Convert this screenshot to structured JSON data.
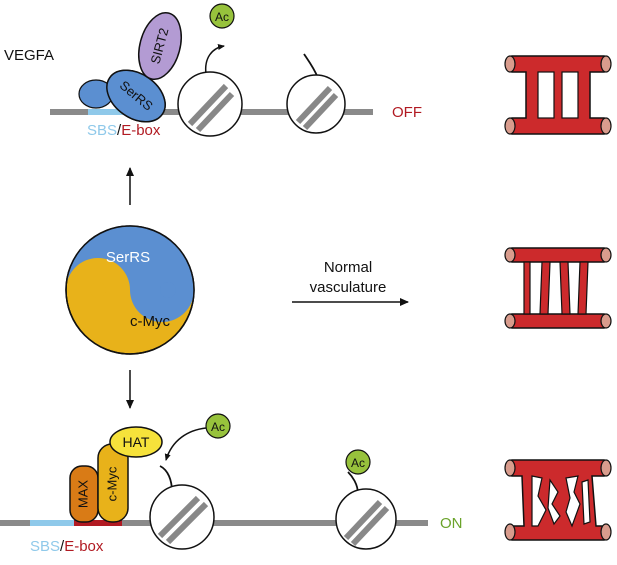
{
  "gene_label": "VEGFA",
  "top": {
    "sirt2_label": "SIRT2",
    "serrs_label": "SerRS",
    "ac_label": "Ac",
    "sbs_label": "SBS",
    "slash": "/",
    "ebox_label": "E-box",
    "state_label": "OFF"
  },
  "middle": {
    "serrs_label": "SerRS",
    "cmyc_label": "c-Myc",
    "arrow_label_line1": "Normal",
    "arrow_label_line2": "vasculature"
  },
  "bottom": {
    "max_label": "MAX",
    "cmyc_label": "c-Myc",
    "hat_label": "HAT",
    "ac_label_1": "Ac",
    "ac_label_2": "Ac",
    "sbs_label": "SBS",
    "slash": "/",
    "ebox_label": "E-box",
    "state_label": "ON"
  },
  "colors": {
    "dna": "#8a8a8a",
    "sbs": "#8fc9ea",
    "ebox": "#b11a22",
    "serrs": "#5b8fd1",
    "cmyc": "#e8b21a",
    "sirt2": "#b39bd3",
    "ac": "#97c23c",
    "max": "#d97b16",
    "hat": "#f6e23b",
    "vessel": "#cc2a2c",
    "vessel_end": "#d99c8d",
    "off": "#b11a22",
    "on": "#6aa32a",
    "sbs_text": "#8fc9ea"
  }
}
